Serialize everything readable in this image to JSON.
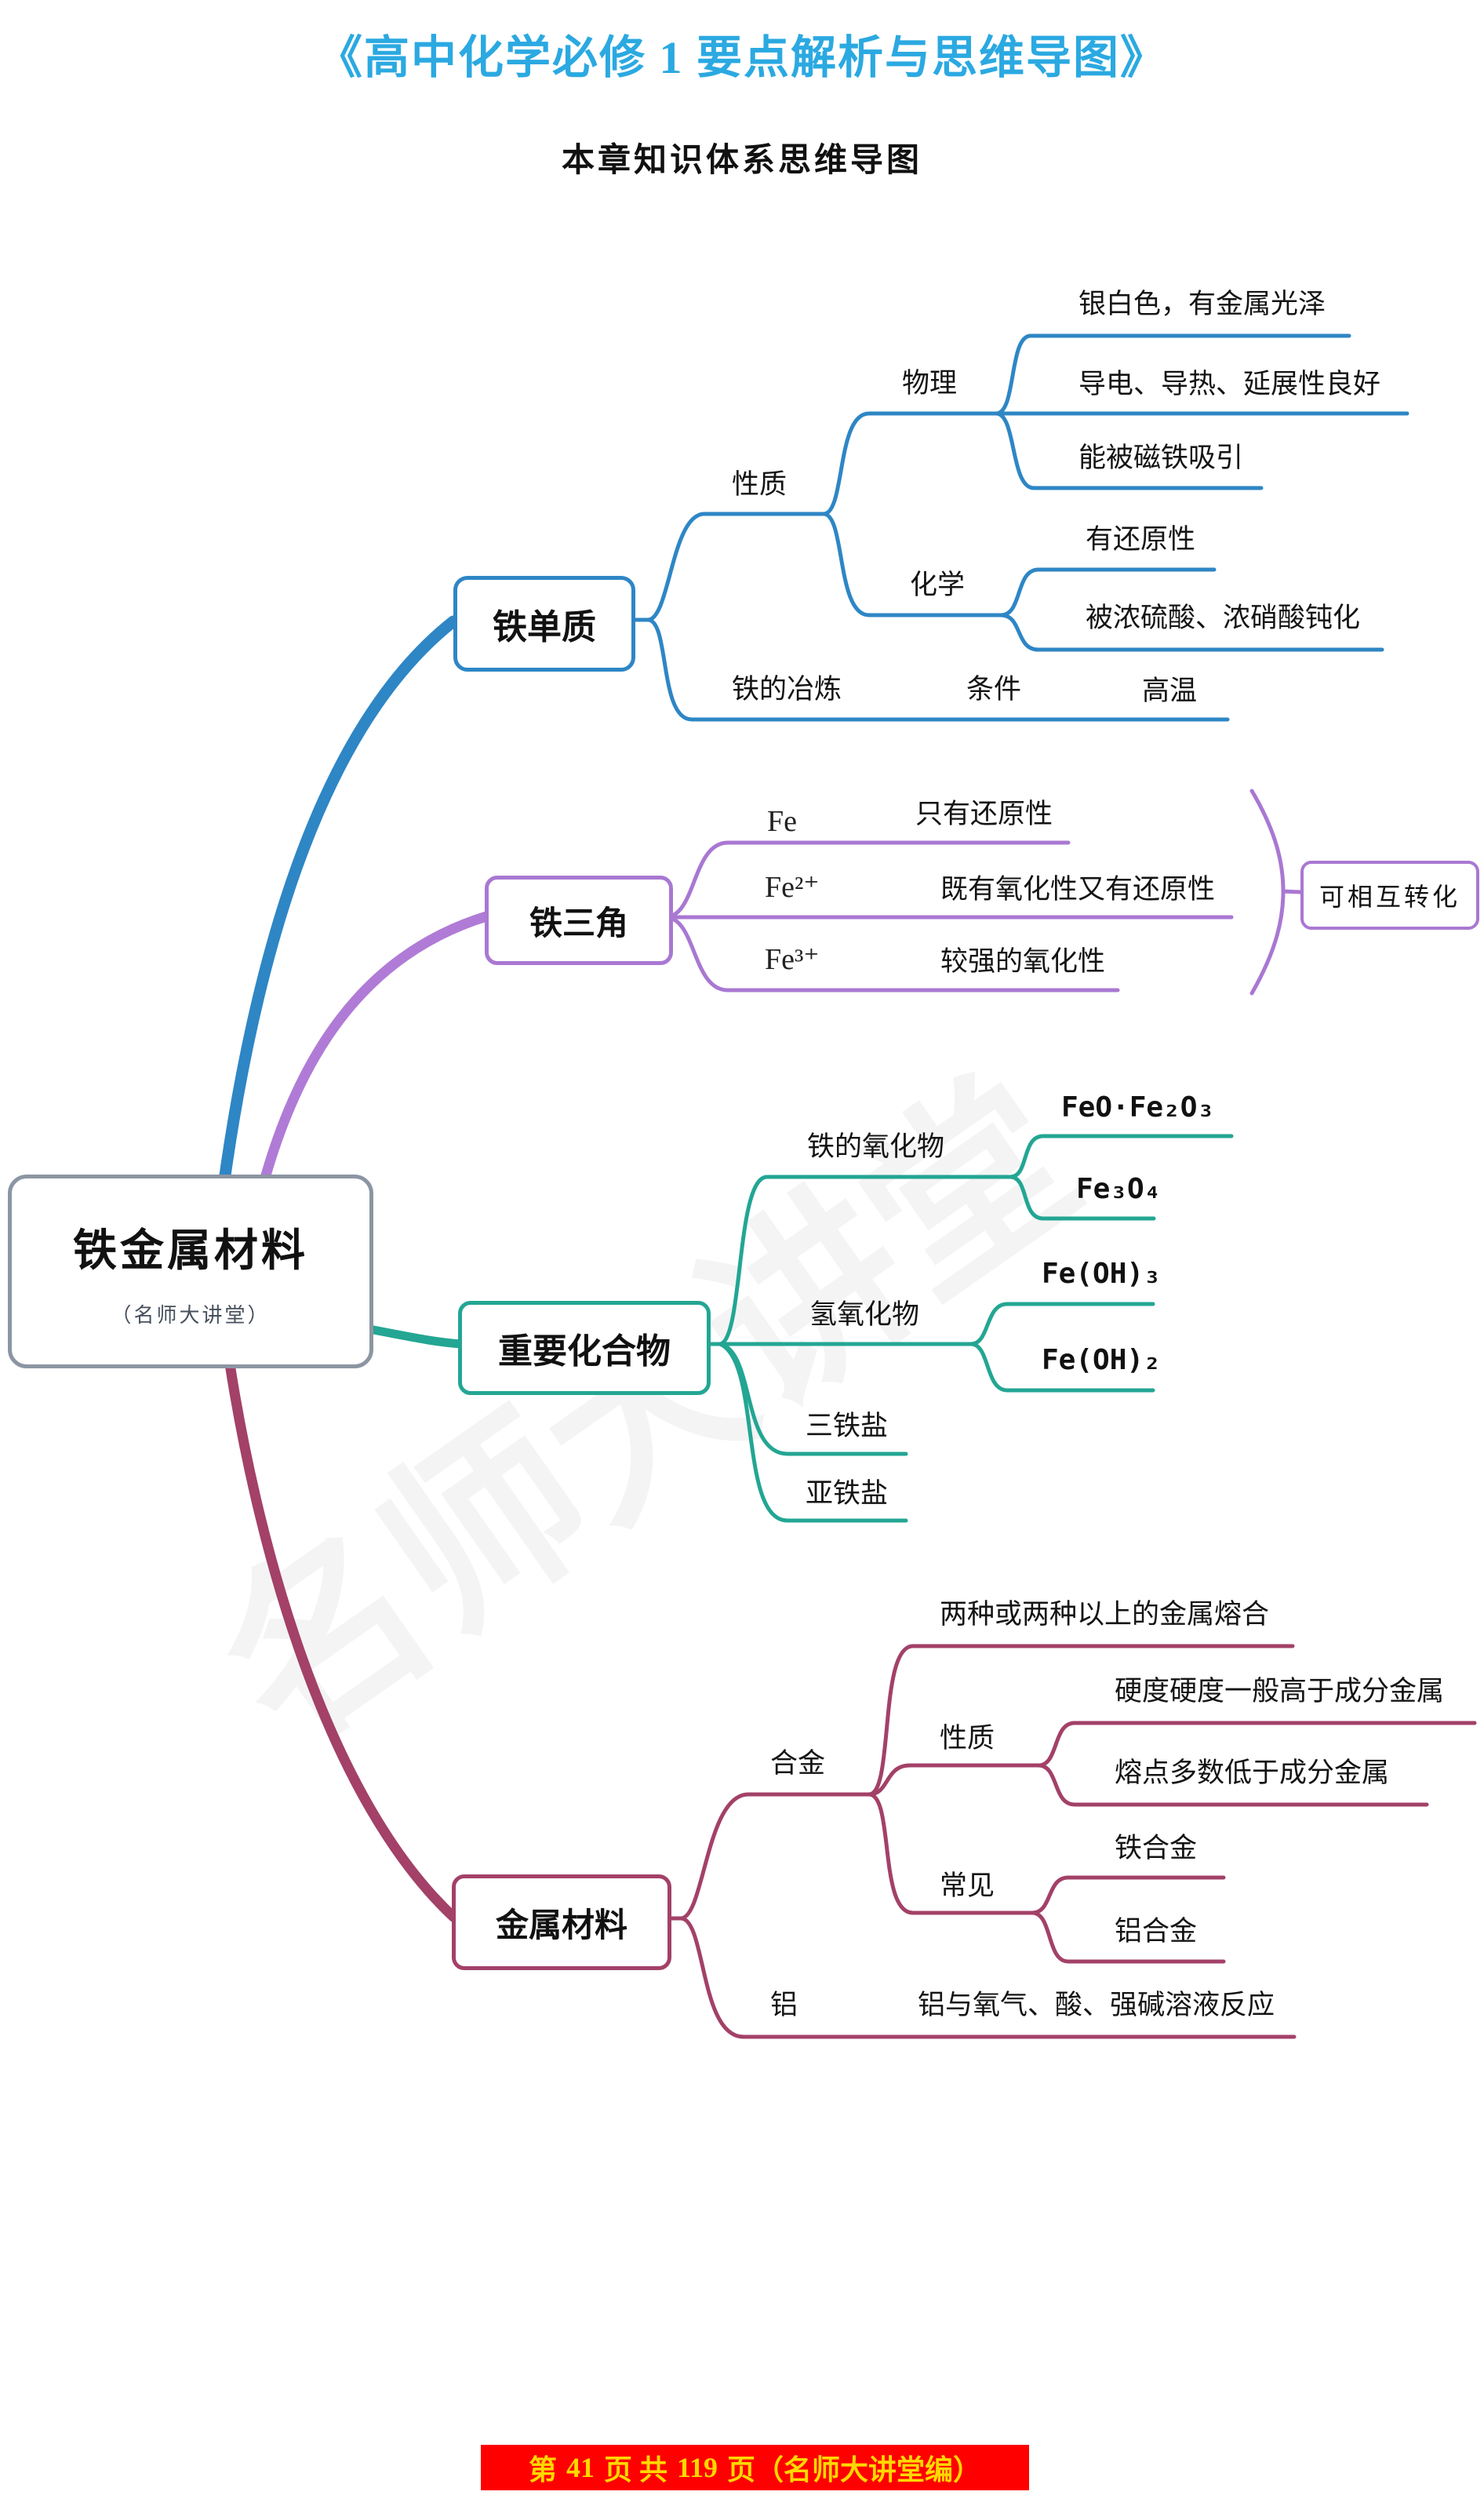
{
  "header": {
    "title": "《高中化学必修 1 要点解析与思维导图》",
    "subtitle": "本章知识体系思维导图"
  },
  "root": {
    "title": "铁金属材料",
    "subtitle": "（名师大讲堂）"
  },
  "watermark": {
    "text": "名师大讲堂"
  },
  "colors": {
    "title_blue": "#2BA9E1",
    "branch_iron": "#2E86C5",
    "branch_triangle": "#A978D2",
    "branch_compound": "#23A693",
    "branch_metal": "#A34168",
    "root_border": "#8C95A3",
    "footer_bg": "#FE0000",
    "footer_text": "#FFD800"
  },
  "b1": {
    "box": "铁单质",
    "xingzhi": "性质",
    "wuli": "物理",
    "leaf_silver": "银白色，有金属光泽",
    "leaf_conduct": "导电、导热、延展性良好",
    "leaf_magnet": "能被磁铁吸引",
    "huaxue": "化学",
    "leaf_reduce": "有还原性",
    "leaf_passivate": "被浓硫酸、浓硝酸钝化",
    "yelian": "铁的冶炼",
    "tiaojian": "条件",
    "gaowen": "高温"
  },
  "b2": {
    "box": "铁三角",
    "fe": "Fe",
    "fe_text": "只有还原性",
    "fe2": "Fe²⁺",
    "fe2_text": "既有氧化性又有还原性",
    "fe3": "Fe³⁺",
    "fe3_text": "较强的氧化性",
    "note": "可相互转化"
  },
  "b3": {
    "box": "重要化合物",
    "oxide": "铁的氧化物",
    "formula_feo": "FeO·Fe₂O₃",
    "formula_fe3o4": "Fe₃O₄",
    "hydroxide": "氢氧化物",
    "formula_feoh3": "Fe(OH)₃",
    "formula_feoh2": "Fe(OH)₂",
    "salt_ferric": "三铁盐",
    "salt_ferrous": "亚铁盐"
  },
  "b4": {
    "box": "金属材料",
    "hejin": "合金",
    "leaf_fusion": "两种或两种以上的金属熔合",
    "xingzhi": "性质",
    "leaf_hardness": "硬度硬度一般高于成分金属",
    "leaf_melting": "熔点多数低于成分金属",
    "changjian": "常见",
    "leaf_iron_alloy": "铁合金",
    "leaf_al_alloy": "铝合金",
    "lv": "铝",
    "leaf_al_react": "铝与氧气、酸、强碱溶液反应"
  },
  "footer": {
    "p1": "第",
    "page": "41",
    "p2": "页 共",
    "total": "119",
    "p3": "页（名师大讲堂编）"
  }
}
